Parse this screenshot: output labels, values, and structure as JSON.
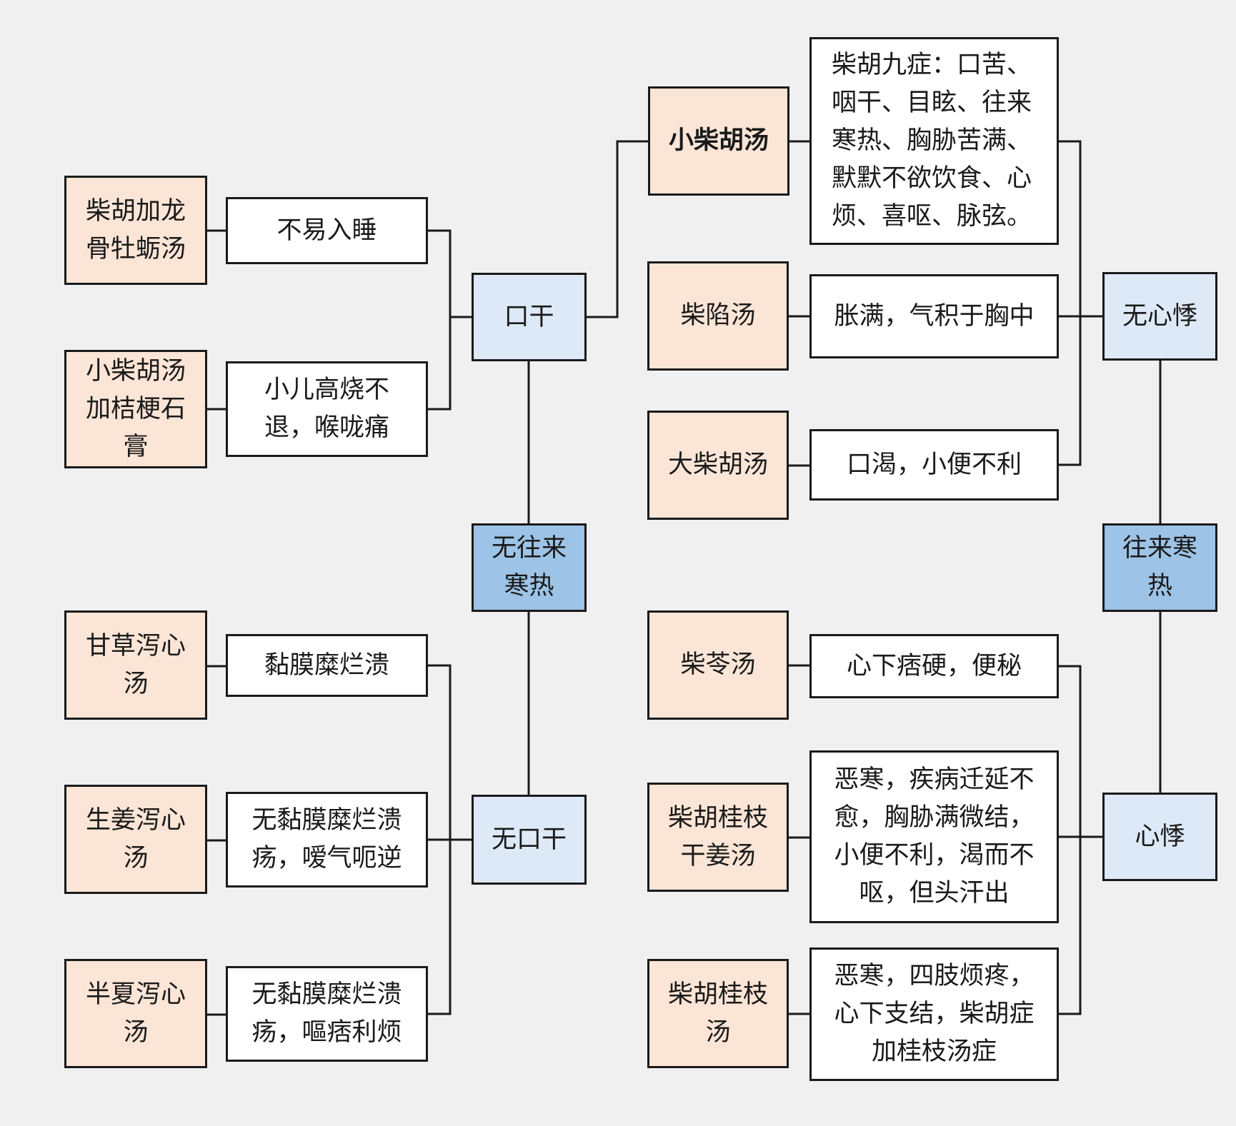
{
  "formulas": {
    "chaihu_longgu": "柴胡加龙骨牡蛎汤",
    "xiaochaihu_jiegeng": "小柴胡汤加桔梗石膏",
    "gancao_xiexin": "甘草泻心汤",
    "shengjiang_xiexin": "生姜泻心汤",
    "banxia_xiexin": "半夏泻心汤",
    "xiaochaihu": "小柴胡汤",
    "chaixian": "柴陷汤",
    "dachaihu": "大柴胡汤",
    "chailing": "柴苓汤",
    "chaihu_guizhi_ganjiang": "柴胡桂枝干姜汤",
    "chaihu_guizhi": "柴胡桂枝汤"
  },
  "symptoms": {
    "bu_yi_ru_shui": "不易入睡",
    "xiao_er_gao_shao": "小儿高烧不退，喉咙痛",
    "nian_mo_mi_lan": "黏膜糜烂溃",
    "wu_nian_mo_ai_qi": "无黏膜糜烂溃疡，嗳气呃逆",
    "wu_nian_mo_ou_pi": "无黏膜糜烂溃疡，嘔痞利烦",
    "chaihu_jiu_zheng": "柴胡九症：口苦、咽干、目眩、往来寒热、胸胁苦满、默默不欲饮食、心烦、喜呕、脉弦。",
    "zhang_man": "胀满，气积于胸中",
    "kou_ke": "口渴，小便不利",
    "xin_xia_pi_ying": "心下痞硬，便秘",
    "e_han_ji_bing": "恶寒，疾病迁延不愈，胸胁满微结，小便不利，渴而不呕，但头汗出",
    "e_han_si_zhi": "恶寒，四肢烦疼，心下支结，柴胡症加桂枝汤症"
  },
  "conditions": {
    "kou_gan": "口干",
    "wu_wanglai_hanre": "无往来寒热",
    "wu_kou_gan": "无口干",
    "wu_xin_ji": "无心悸",
    "wanglai_hanre": "往来寒热",
    "xin_ji": "心悸"
  },
  "colors": {
    "formula_fill": "#fbe5d6",
    "symptom_fill": "#ffffff",
    "condition_fill": "#dde9f6",
    "root_fill": "#9dc3e6",
    "line": "#1a1a1a",
    "background": "#f0f0f0"
  }
}
